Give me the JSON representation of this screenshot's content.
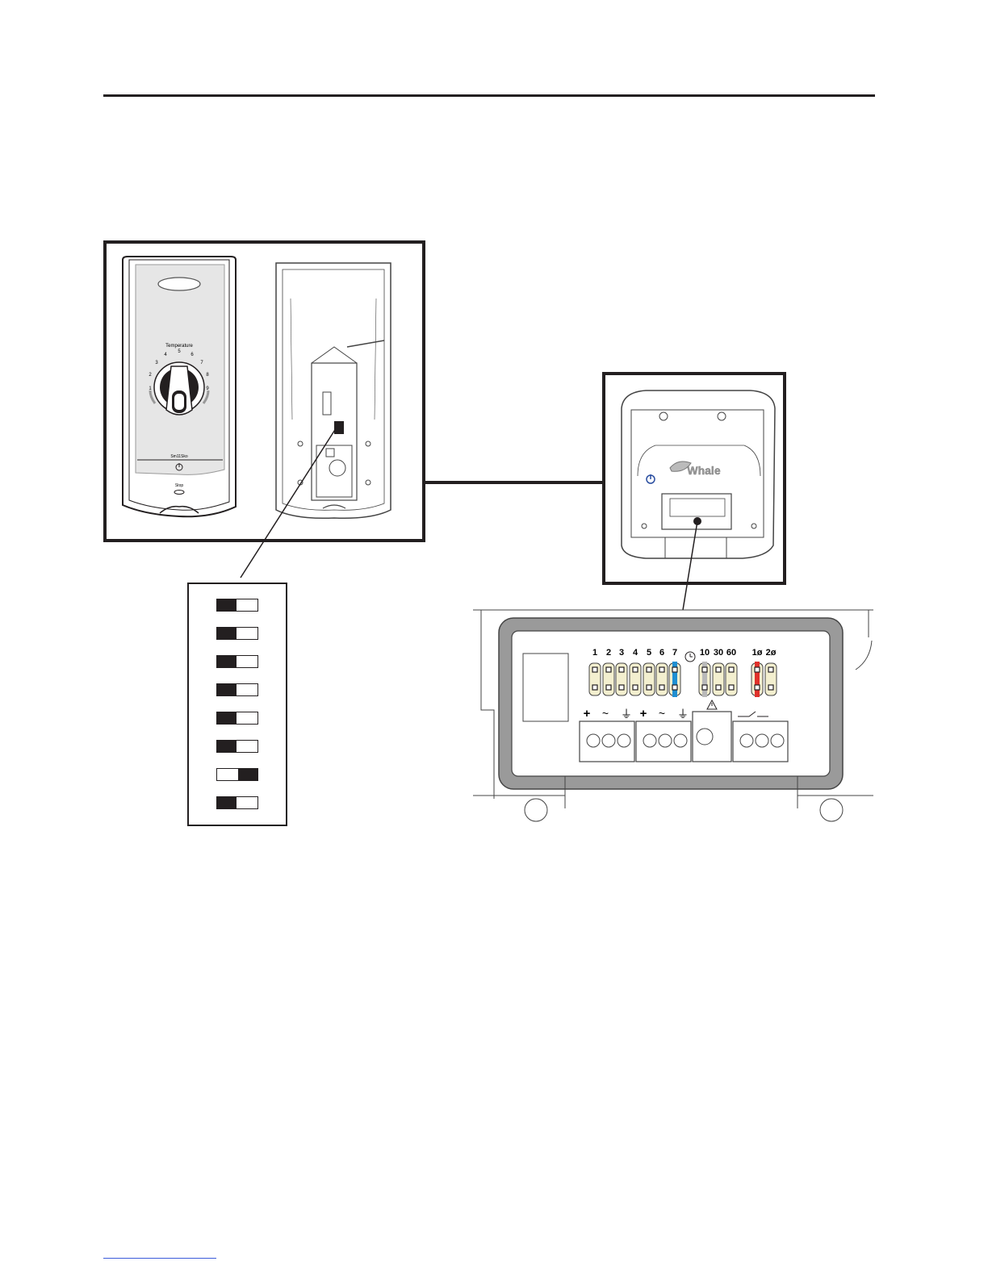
{
  "shower_front": {
    "dial_label": "Temperature",
    "dial_numbers": [
      "1",
      "2",
      "3",
      "4",
      "5",
      "6",
      "7",
      "8",
      "9"
    ],
    "model_text": "Sm11Sko",
    "stop_text": "Stop",
    "power_icon": "power-icon"
  },
  "dip_switches": {
    "count": 8,
    "positions": [
      "off",
      "off",
      "off",
      "off",
      "off",
      "off",
      "on",
      "off"
    ]
  },
  "pump_unit": {
    "brand": "Whale",
    "power_icon": "power-icon"
  },
  "terminal_block": {
    "top_labels": [
      "1",
      "2",
      "3",
      "4",
      "5",
      "6",
      "7",
      "10",
      "30",
      "60",
      "1ø",
      "2ø"
    ],
    "jumper_colors": {
      "default": "#f3efcf",
      "blue": "#1f8fd2",
      "grey": "#b9b9b9",
      "red": "#e0312b"
    },
    "jumper_states": [
      "default",
      "default",
      "default",
      "default",
      "default",
      "default",
      "blue",
      "grey",
      "default",
      "default",
      "red",
      "default"
    ],
    "terminal_symbols": [
      "+",
      "~",
      "⏚",
      "+",
      "~",
      "⏚"
    ],
    "timer_icon": "clock-icon",
    "warning_icon": "warning-triangle-icon"
  }
}
